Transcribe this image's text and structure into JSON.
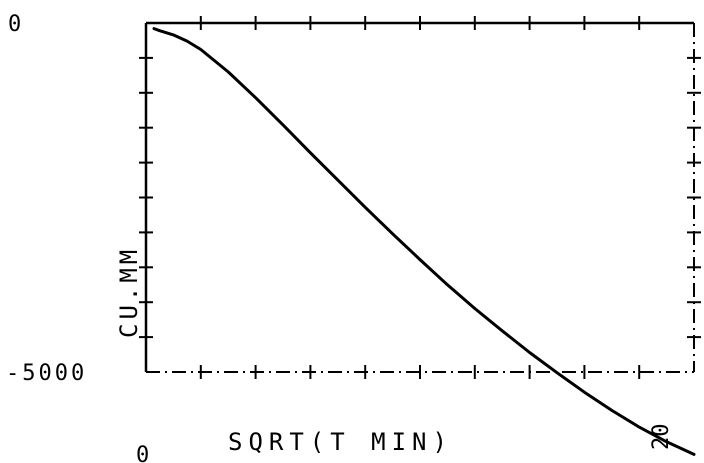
{
  "chart_data": {
    "type": "line",
    "title": "",
    "xlabel": "SQRT(T MIN)",
    "ylabel": "CU.MM",
    "xlim": [
      0,
      20
    ],
    "ylim": [
      -5000,
      0
    ],
    "x_tick_labels": [
      "0",
      "20"
    ],
    "y_tick_labels": [
      "0",
      "-5000"
    ],
    "grid": false,
    "series": [
      {
        "x": [
          0,
          0.5,
          1,
          1.5,
          2,
          3,
          4,
          5,
          6,
          7,
          8,
          9,
          10,
          11,
          12,
          13,
          14,
          15,
          16,
          17,
          18,
          19,
          20
        ],
        "values": [
          -80,
          -110,
          -170,
          -260,
          -380,
          -700,
          -1070,
          -1460,
          -1860,
          -2250,
          -2640,
          -3020,
          -3390,
          -3750,
          -4090,
          -4410,
          -4720,
          -5010,
          -5290,
          -5550,
          -5790,
          -6000,
          -6180
        ]
      }
    ]
  }
}
